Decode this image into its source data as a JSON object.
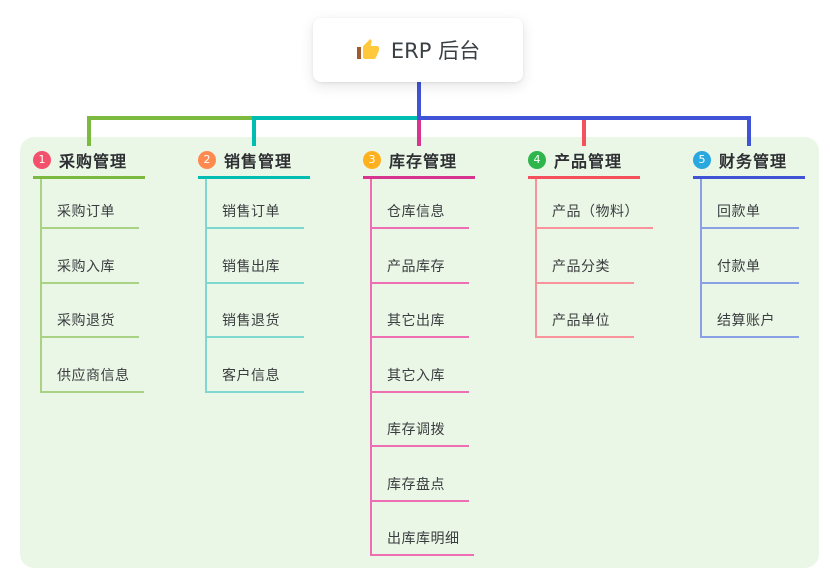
{
  "root": {
    "label": "ERP 后台",
    "icon": "thumbs-up-icon"
  },
  "panel": {
    "background": "#EBF7E6"
  },
  "connector": {
    "trunk_color": "#4053D6"
  },
  "branches": [
    {
      "badge": "1",
      "label": "采购管理",
      "colors": {
        "badge": "#F4516C",
        "line": "#7CBA3F",
        "light": "#A9D284"
      },
      "children": [
        "采购订单",
        "采购入库",
        "采购退货",
        "供应商信息"
      ]
    },
    {
      "badge": "2",
      "label": "销售管理",
      "colors": {
        "badge": "#FF8A50",
        "line": "#00BDB2",
        "light": "#7ED8D0"
      },
      "children": [
        "销售订单",
        "销售出库",
        "销售退货",
        "客户信息"
      ]
    },
    {
      "badge": "3",
      "label": "库存管理",
      "colors": {
        "badge": "#FFB01F",
        "line": "#D6368F",
        "light": "#EE6EB4"
      },
      "children": [
        "仓库信息",
        "产品库存",
        "其它出库",
        "其它入库",
        "库存调拨",
        "库存盘点",
        "出库库明细"
      ]
    },
    {
      "badge": "4",
      "label": "产品管理",
      "colors": {
        "badge": "#2EB54C",
        "line": "#F4515C",
        "light": "#F9929A"
      },
      "children": [
        "产品（物料）",
        "产品分类",
        "产品单位"
      ]
    },
    {
      "badge": "5",
      "label": "财务管理",
      "colors": {
        "badge": "#29A8DF",
        "line": "#4053D6",
        "light": "#8AA0E4"
      },
      "children": [
        "回款单",
        "付款单",
        "结算账户"
      ]
    }
  ]
}
